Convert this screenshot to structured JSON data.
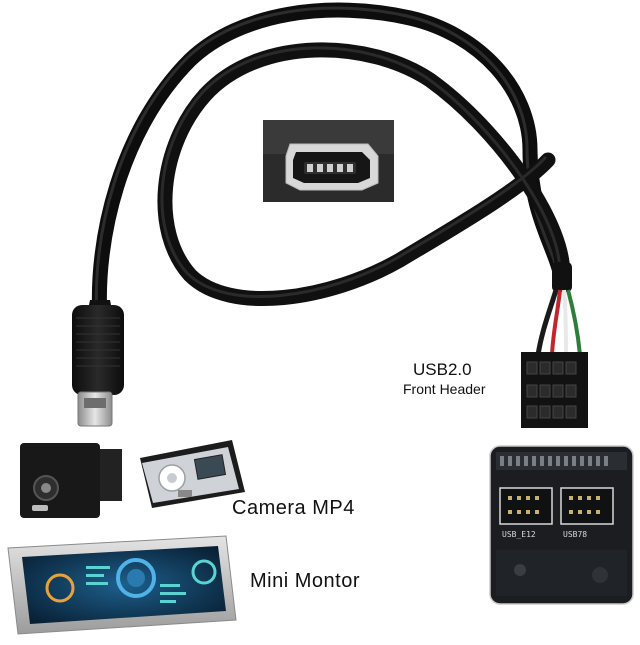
{
  "labels": {
    "usb": "USB2.0",
    "front_header": "Front Header",
    "camera_mp4": "Camera MP4",
    "mini_monitor": "Mini Montor"
  },
  "printed_text": {
    "motherboard_left": "USB_E12",
    "motherboard_right": "USB78"
  },
  "colors": {
    "cable": "#141414",
    "wire_red": "#c0262b",
    "wire_green": "#2e7d3a",
    "wire_white": "#e8e8e8",
    "pcb": "#1b1d20",
    "screen": "#0b2a44"
  }
}
